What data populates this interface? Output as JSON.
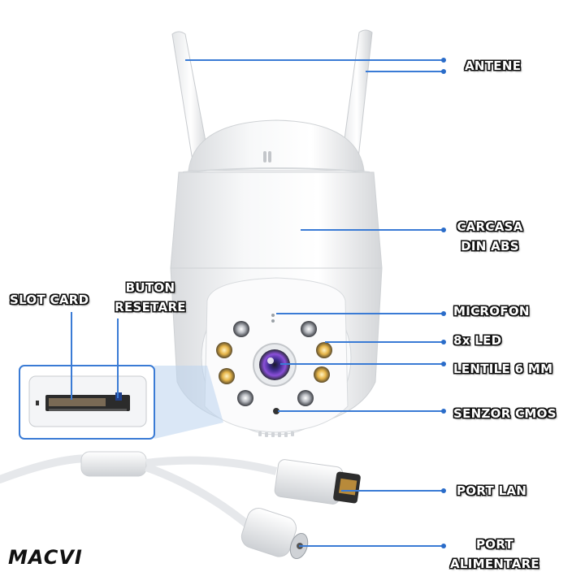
{
  "labels": {
    "antene": "ANTENE",
    "carcasa_line1": "CARCASA",
    "carcasa_line2": "DIN ABS",
    "microfon": "MICROFON",
    "led": "8x LED",
    "lentile": "LENTILE 6 MM",
    "senzor": "SENZOR CMOS",
    "slot_card": "SLOT CARD",
    "buton_line1": "BUTON",
    "buton_line2": "RESETARE",
    "port_lan": "PORT LAN",
    "port_alim_line1": "PORT",
    "port_alim_line2": "ALIMENTARE"
  },
  "brand": "MACVI",
  "colors": {
    "callout_line": "#3a7bd5",
    "callout_dot": "#2a6cc9",
    "label_text": "#ffffff",
    "label_outline": "#111111",
    "ir_led": "#d9a53a",
    "lens": "#6b3fc8"
  }
}
